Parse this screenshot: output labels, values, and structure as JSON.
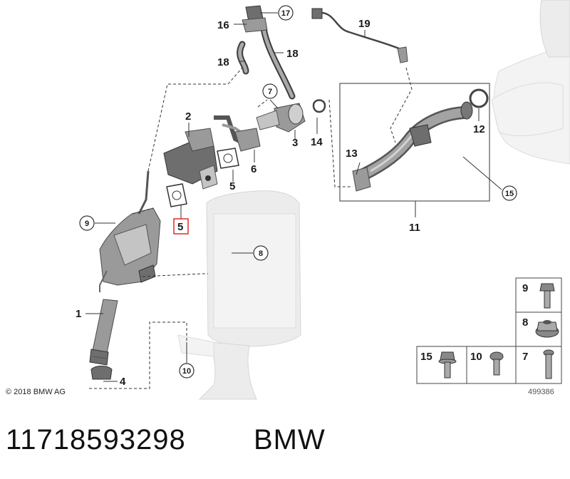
{
  "labels": {
    "l1": "1",
    "l2": "2",
    "l3": "3",
    "l4": "4",
    "l5a": "5",
    "l5b": "5",
    "l6": "6",
    "l11": "11",
    "l12": "12",
    "l13": "13",
    "l14": "14",
    "l16": "16",
    "l18a": "18",
    "l18b": "18",
    "l19": "19"
  },
  "circled": {
    "c7": "7",
    "c8": "8",
    "c9": "9",
    "c10": "10",
    "c15": "15",
    "c17": "17"
  },
  "legend": {
    "b9": "9",
    "b8": "8",
    "b15": "15",
    "b10": "10",
    "b7": "7"
  },
  "copyright": "© 2018 BMW AG",
  "image_number": "499386",
  "part_number": "11718593298",
  "brand": "BMW",
  "colors": {
    "highlight": "#e53935"
  }
}
